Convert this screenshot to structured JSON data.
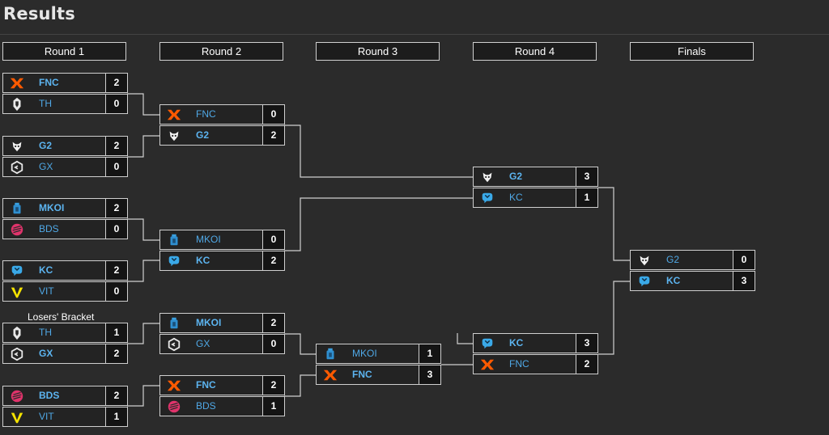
{
  "page": {
    "title": "Results"
  },
  "rounds": [
    {
      "label": "Round 1"
    },
    {
      "label": "Round 2"
    },
    {
      "label": "Round 3"
    },
    {
      "label": "Round 4"
    },
    {
      "label": "Finals"
    }
  ],
  "losers_bracket_label": "Losers' Bracket",
  "matches": {
    "r1_m1": {
      "teams": [
        {
          "name": "FNC",
          "score": "2",
          "logo": "fnatic-icon"
        },
        {
          "name": "TH",
          "score": "0",
          "logo": "heretics-icon"
        }
      ]
    },
    "r1_m2": {
      "teams": [
        {
          "name": "G2",
          "score": "2",
          "logo": "g2-icon"
        },
        {
          "name": "GX",
          "score": "0",
          "logo": "giantx-icon"
        }
      ]
    },
    "r1_m3": {
      "teams": [
        {
          "name": "MKOI",
          "score": "2",
          "logo": "mkoi-icon"
        },
        {
          "name": "BDS",
          "score": "0",
          "logo": "bds-icon"
        }
      ]
    },
    "r1_m4": {
      "teams": [
        {
          "name": "KC",
          "score": "2",
          "logo": "karmine-icon"
        },
        {
          "name": "VIT",
          "score": "0",
          "logo": "vitality-icon"
        }
      ]
    },
    "r1_m5": {
      "teams": [
        {
          "name": "TH",
          "score": "1",
          "logo": "heretics-icon"
        },
        {
          "name": "GX",
          "score": "2",
          "logo": "giantx-icon"
        }
      ]
    },
    "r1_m6": {
      "teams": [
        {
          "name": "BDS",
          "score": "2",
          "logo": "bds-icon"
        },
        {
          "name": "VIT",
          "score": "1",
          "logo": "vitality-icon"
        }
      ]
    },
    "r2_m1": {
      "teams": [
        {
          "name": "FNC",
          "score": "0",
          "logo": "fnatic-icon"
        },
        {
          "name": "G2",
          "score": "2",
          "logo": "g2-icon"
        }
      ]
    },
    "r2_m2": {
      "teams": [
        {
          "name": "MKOI",
          "score": "0",
          "logo": "mkoi-icon"
        },
        {
          "name": "KC",
          "score": "2",
          "logo": "karmine-icon"
        }
      ]
    },
    "r2_m3": {
      "teams": [
        {
          "name": "MKOI",
          "score": "2",
          "logo": "mkoi-icon"
        },
        {
          "name": "GX",
          "score": "0",
          "logo": "giantx-icon"
        }
      ]
    },
    "r2_m4": {
      "teams": [
        {
          "name": "FNC",
          "score": "2",
          "logo": "fnatic-icon"
        },
        {
          "name": "BDS",
          "score": "1",
          "logo": "bds-icon"
        }
      ]
    },
    "r3_m1": {
      "teams": [
        {
          "name": "MKOI",
          "score": "1",
          "logo": "mkoi-icon"
        },
        {
          "name": "FNC",
          "score": "3",
          "logo": "fnatic-icon"
        }
      ]
    },
    "r4_m1": {
      "teams": [
        {
          "name": "G2",
          "score": "3",
          "logo": "g2-icon"
        },
        {
          "name": "KC",
          "score": "1",
          "logo": "karmine-icon"
        }
      ]
    },
    "r4_m2": {
      "teams": [
        {
          "name": "KC",
          "score": "3",
          "logo": "karmine-icon"
        },
        {
          "name": "FNC",
          "score": "2",
          "logo": "fnatic-icon"
        }
      ]
    },
    "final": {
      "teams": [
        {
          "name": "G2",
          "score": "0",
          "logo": "g2-icon"
        },
        {
          "name": "KC",
          "score": "3",
          "logo": "karmine-icon"
        }
      ]
    }
  },
  "colors": {
    "background": "#2b2b2b",
    "team_name": "#4fa8e6",
    "border": "#cfcfcf",
    "fnatic": "#ff5a00",
    "bds": "#e0336b",
    "vitality": "#f5e300",
    "karmine": "#3aa9e8"
  }
}
